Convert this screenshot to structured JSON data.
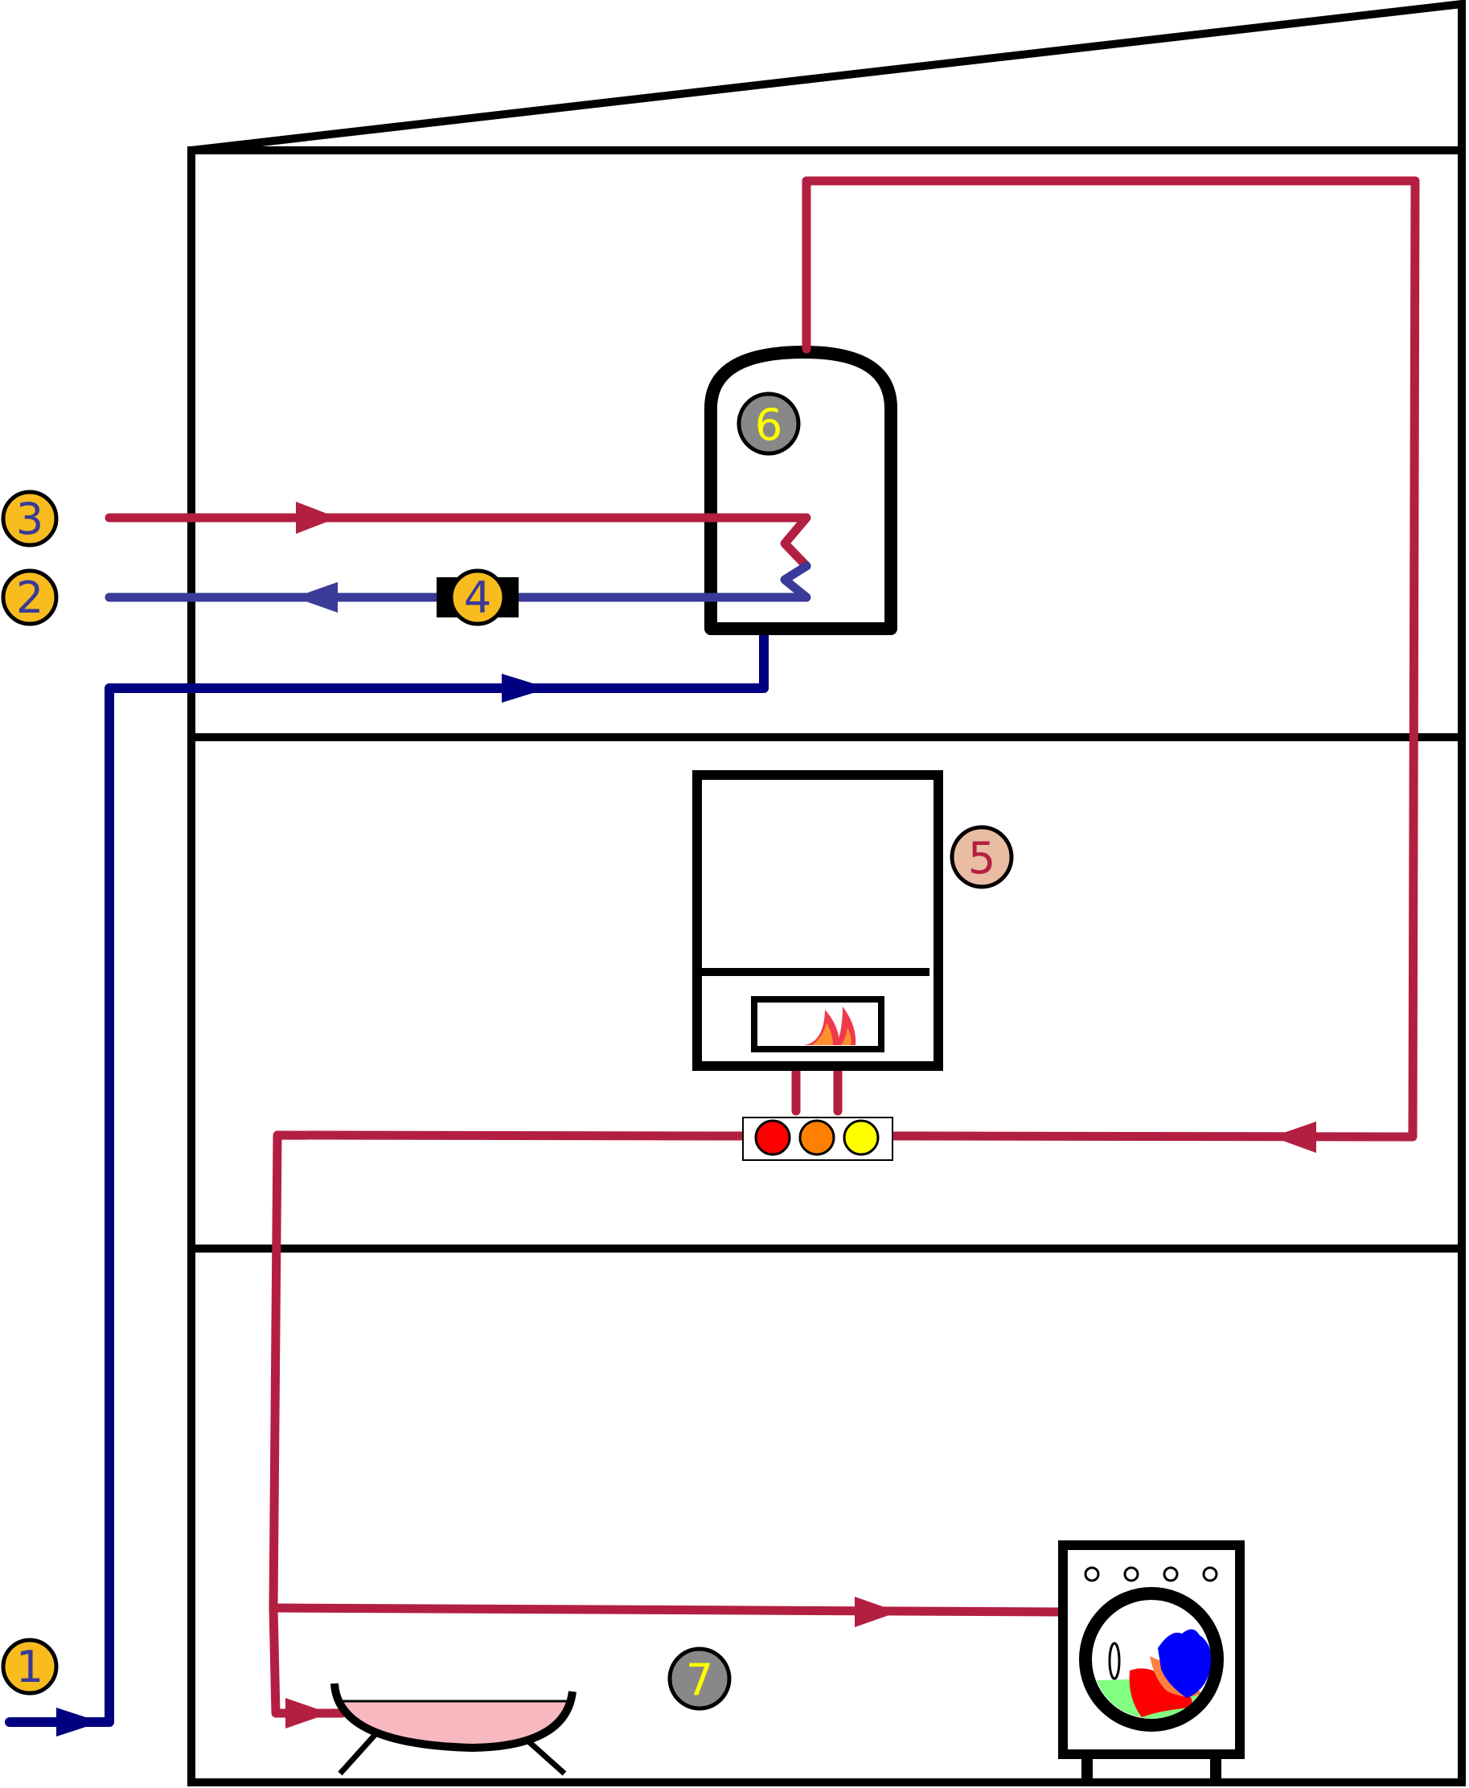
{
  "colors": {
    "outline": "#000000",
    "hot_pipe": "#b31f41",
    "return_pipe": "#3a3a99",
    "cold_pipe": "#000080",
    "marker_gold": "#f8bc1f",
    "marker_grey": "#888888",
    "marker_peach": "#e8bda3",
    "bath_fill": "#f8b8c0",
    "knob_red": "#ff0000",
    "knob_orange": "#ff8000",
    "knob_yellow": "#ffff00"
  },
  "markers": [
    {
      "id": "1",
      "text": "1",
      "fill": "#f8bc1f",
      "text_color": "#3a3a99"
    },
    {
      "id": "2",
      "text": "2",
      "fill": "#f8bc1f",
      "text_color": "#3a3a99"
    },
    {
      "id": "3",
      "text": "3",
      "fill": "#f8bc1f",
      "text_color": "#3a3a99"
    },
    {
      "id": "4",
      "text": "4",
      "fill": "#f8bc1f",
      "text_color": "#3a3a99"
    },
    {
      "id": "5",
      "text": "5",
      "fill": "#e8bda3",
      "text_color": "#b31f41"
    },
    {
      "id": "6",
      "text": "6",
      "fill": "#888888",
      "text_color": "#ffff00"
    },
    {
      "id": "7",
      "text": "7",
      "fill": "#888888",
      "text_color": "#ffff00"
    }
  ],
  "icons": {
    "house": "house-outline-icon",
    "tank": "hot-water-tank-icon",
    "boiler": "boiler-icon",
    "flame": "flame-icon",
    "manifold": "manifold-icon",
    "pump": "pump-valve-icon",
    "bath": "bathtub-icon",
    "washer": "washing-machine-icon"
  }
}
